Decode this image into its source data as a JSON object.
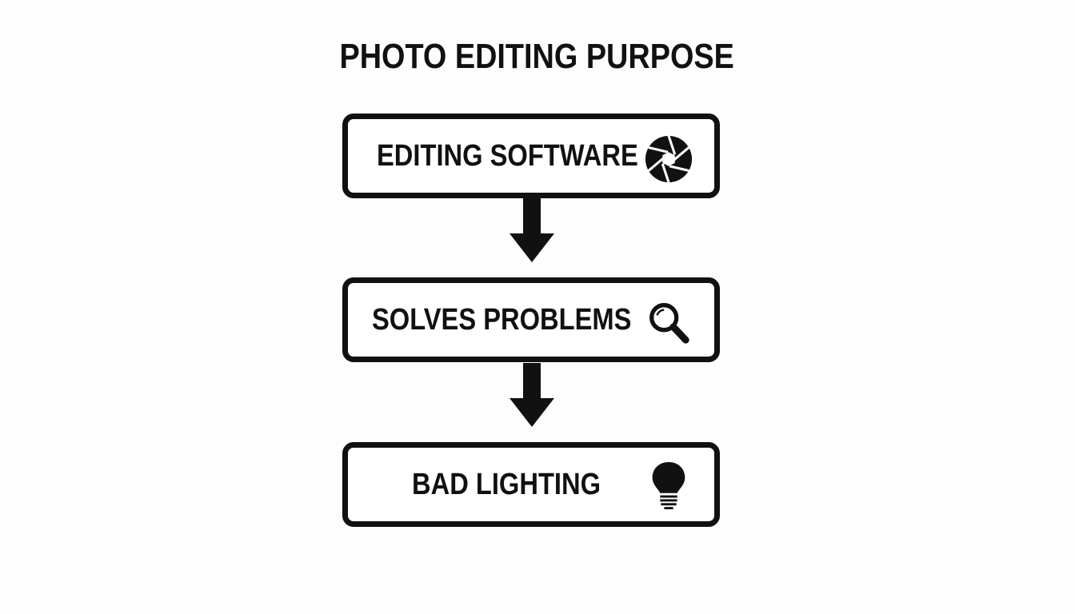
{
  "diagram": {
    "title": "PHOTO EDITING PURPOSE",
    "nodes": [
      {
        "label": "EDITING SOFTWARE",
        "icon": "camera-aperture-icon"
      },
      {
        "label": "SOLVES PROBLEMS",
        "icon": "magnifying-glass-icon"
      },
      {
        "label": "BAD LIGHTING",
        "icon": "light-bulb-icon"
      }
    ],
    "edges": [
      {
        "from": "EDITING SOFTWARE",
        "to": "SOLVES PROBLEMS"
      },
      {
        "from": "SOLVES PROBLEMS",
        "to": "BAD LIGHTING"
      }
    ],
    "colors": {
      "stroke": "#111111",
      "background": "#fdfdfd"
    }
  }
}
